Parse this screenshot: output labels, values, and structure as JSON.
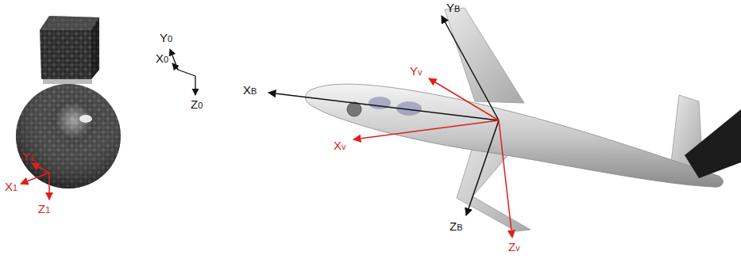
{
  "diagram": {
    "labels": [
      "Y0",
      "X0",
      "Z0",
      "Y1",
      "X1",
      "Z1",
      "YB",
      "XB",
      "Yv",
      "Xv",
      "ZB",
      "Zv"
    ]
  }
}
